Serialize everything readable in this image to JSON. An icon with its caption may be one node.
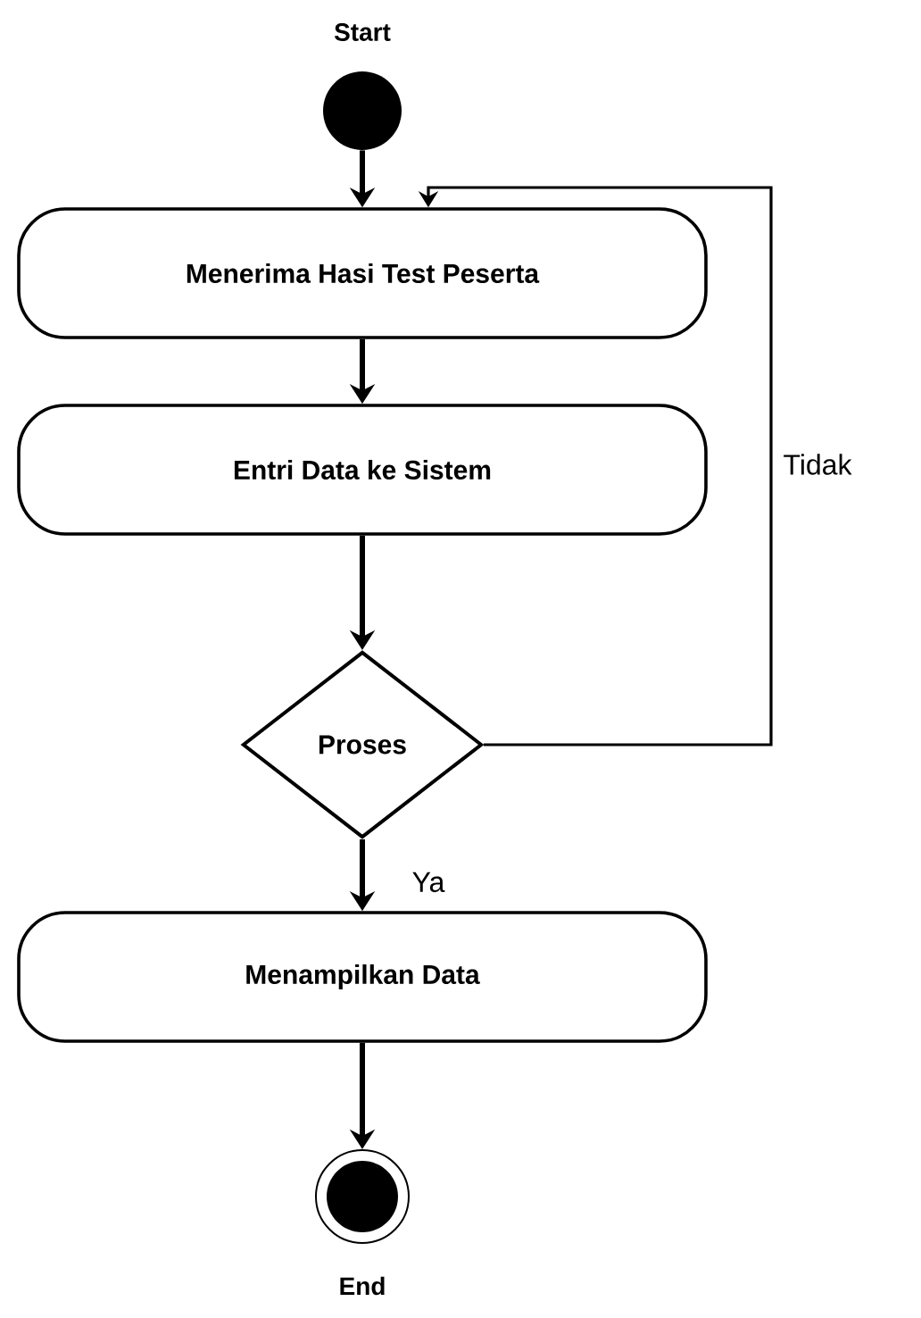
{
  "diagram": {
    "nodes": [
      {
        "text": [],
        "shape": "circle",
        "beside": [
          "Start"
        ]
      },
      {
        "text": [
          "Menerima Hasi Test Peserta"
        ]
      },
      {
        "text": [
          "Entri Data ke Sistem"
        ]
      },
      {
        "text": [
          "Proses"
        ]
      },
      {
        "text": [
          "Menampilkan Data"
        ]
      },
      {
        "text": [],
        "shape": "circle",
        "beside": [
          "End"
        ]
      }
    ],
    "edges": [
      {
        "from": 0,
        "to": 1,
        "arrow": "to"
      },
      {
        "from": 1,
        "to": 2,
        "arrow": "to"
      },
      {
        "from": 2,
        "to": 3,
        "arrow": "to"
      },
      {
        "from": 3,
        "to": 1,
        "arrow": "to",
        "label": "Tidak"
      },
      {
        "from": 3,
        "to": 4,
        "arrow": "to",
        "label": "Ya"
      },
      {
        "from": 4,
        "to": 5,
        "arrow": "to"
      }
    ]
  }
}
